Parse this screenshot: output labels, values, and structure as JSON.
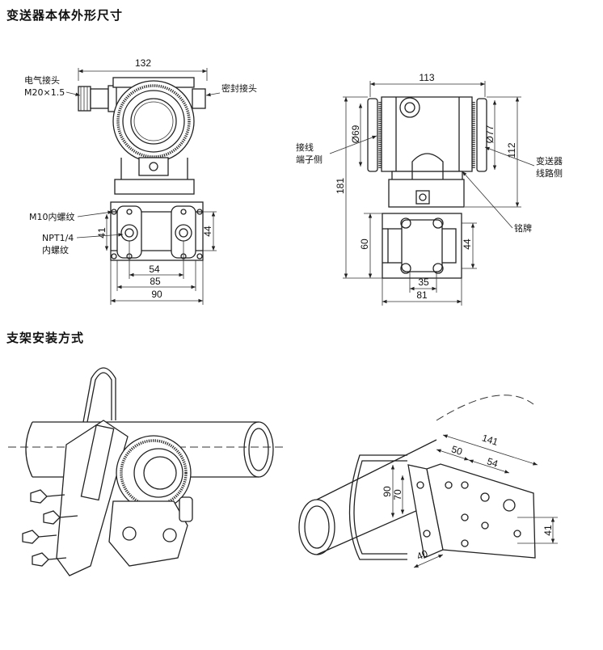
{
  "sections": {
    "body_dimensions_title": "变送器本体外形尺寸",
    "bracket_mounting_title": "支架安装方式"
  },
  "front_view": {
    "dims": {
      "width_top": "132",
      "flange_41": "41",
      "flange_44": "44",
      "dim_54": "54",
      "dim_85": "85",
      "dim_90": "90"
    },
    "labels": {
      "electrical_connector_line1": "电气接头",
      "electrical_connector_line2": "M20×1.5",
      "sealed_connector": "密封接头",
      "m10_thread": "M10内螺纹",
      "npt_line1": "NPT1/4",
      "npt_line2": "内螺纹"
    }
  },
  "side_view": {
    "dims": {
      "width_top": "113",
      "dia_69": "Ø69",
      "dia_77": "Ø77",
      "height_112": "112",
      "height_181": "181",
      "dim_60": "60",
      "dim_44": "44",
      "dim_35": "35",
      "dim_81": "81"
    },
    "labels": {
      "terminal_side_line1": "接线",
      "terminal_side_line2": "端子侧",
      "circuit_side_line1": "变送器",
      "circuit_side_line2": "线路侧",
      "nameplate": "铭牌"
    }
  },
  "bracket_view": {
    "dims": {
      "dim_141": "141",
      "dim_50": "50",
      "dim_54": "54",
      "dim_90": "90",
      "dim_70": "70",
      "dim_40": "40",
      "dim_41": "41"
    }
  }
}
